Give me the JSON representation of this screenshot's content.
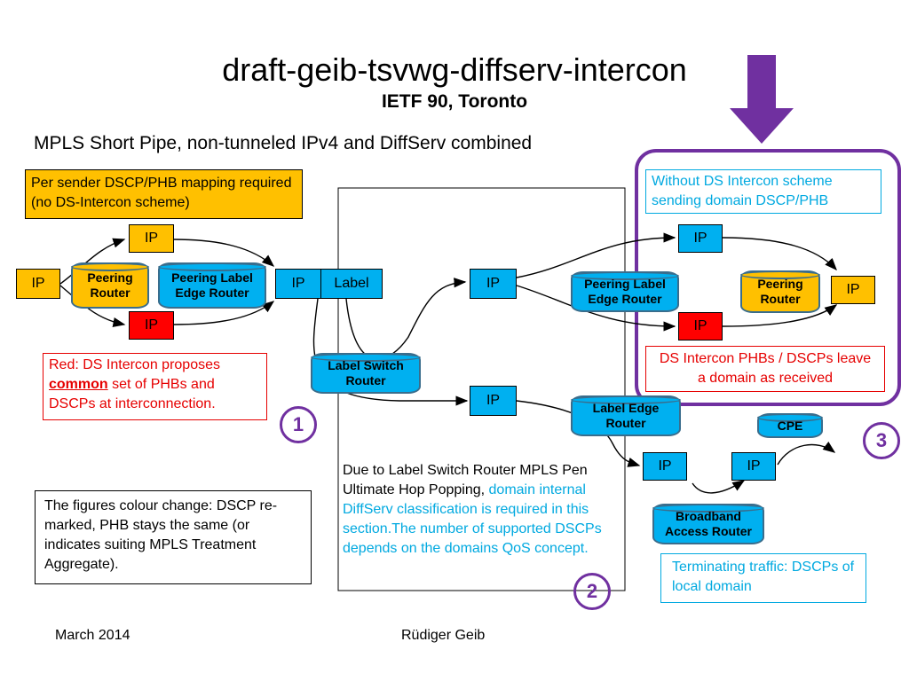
{
  "header": {
    "title": "draft-geib-tsvwg-diffserv-intercon",
    "subtitle": "IETF 90, Toronto",
    "heading": "MPLS Short Pipe, non-tunneled IPv4 and DiffServ combined"
  },
  "notes": {
    "per_sender": "Per sender DSCP/PHB mapping required (no DS-Intercon scheme)",
    "red_prefix": "Red: DS Intercon proposes ",
    "red_common": "common",
    "red_suffix": " set of PHBs and DSCPs at interconnection.",
    "colour_change": "The figures colour change: DSCP re-marked, PHB stays the same (or indicates suiting MPLS Treatment Aggregate).",
    "due_prefix": "Due to Label Switch Router MPLS Pen Ultimate Hop Popping, ",
    "due_cyan": "domain internal DiffServ classification is required in this section.The number of supported DSCPs depends on the domains QoS concept.",
    "without": "Without DS Intercon scheme sending domain DSCP/PHB",
    "ds_intercon": "DS Intercon PHBs / DSCPs leave a domain as received",
    "terminating": "Terminating traffic: DSCPs of local domain"
  },
  "labels": {
    "ip": "IP",
    "label": "Label",
    "peering_router": "Peering Router",
    "peering_ler": "Peering Label Edge Router",
    "label_switch_router": "Label Switch Router",
    "label_edge_router": "Label Edge Router",
    "cpe": "CPE",
    "bras": "Broadband Access Router"
  },
  "markers": {
    "one": "1",
    "two": "2",
    "three": "3"
  },
  "footer": {
    "date": "March 2014",
    "author": "Rüdiger Geib"
  },
  "colors": {
    "accent_purple": "#7030a0",
    "yellow": "#ffc000",
    "red": "#ff0000",
    "blue": "#00b0f0",
    "cyan_text": "#00a9e0"
  }
}
